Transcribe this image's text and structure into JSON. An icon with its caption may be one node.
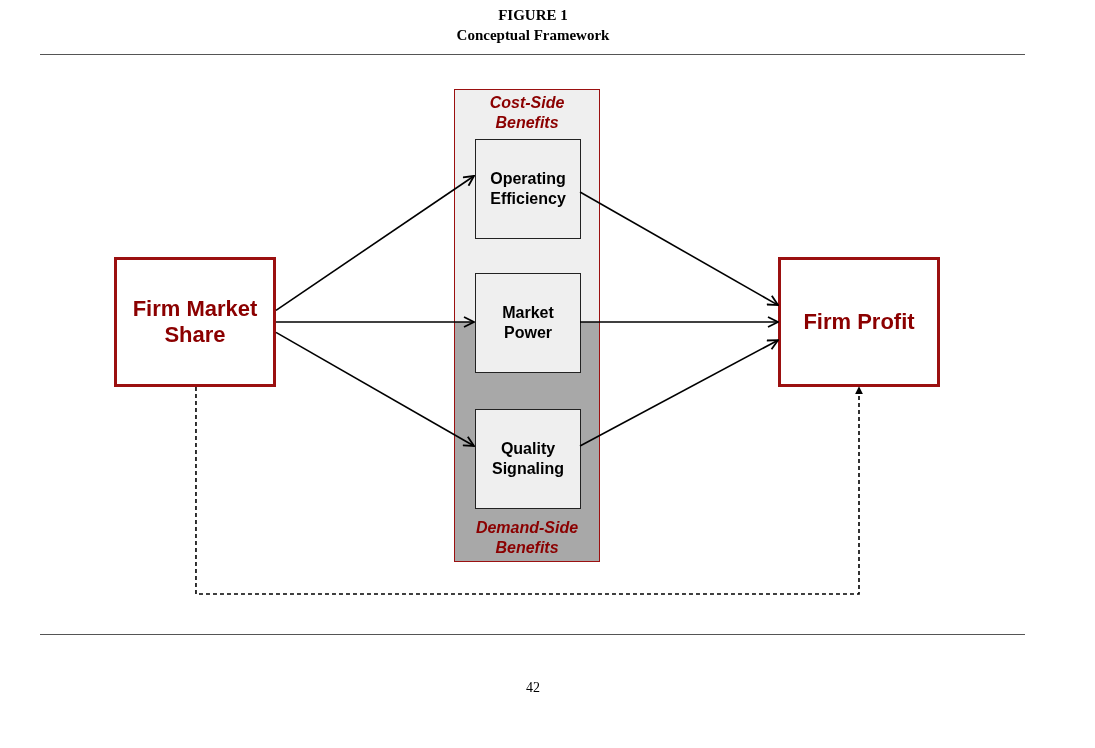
{
  "diagram": {
    "title": "FIGURE 1",
    "nodes": [
      {
        "text": [
          "Firm Market Share"
        ]
      },
      {
        "text": [
          "Cost-Side Benefits",
          "Demand-Side Benefits"
        ]
      },
      {
        "text": [
          "Operating Efficiency"
        ],
        "in": 1
      },
      {
        "text": [
          "Market Power"
        ],
        "in": 1
      },
      {
        "text": [
          "Quality Signaling"
        ],
        "in": 1
      },
      {
        "text": [
          "Firm Profit"
        ]
      }
    ],
    "edges": [
      {
        "from": 0,
        "to": 2,
        "arrow": "to"
      },
      {
        "from": 0,
        "to": 3,
        "arrow": "to"
      },
      {
        "from": 0,
        "to": 4,
        "arrow": "to"
      },
      {
        "from": 2,
        "to": 5,
        "arrow": "to"
      },
      {
        "from": 3,
        "to": 5,
        "arrow": "to"
      },
      {
        "from": 4,
        "to": 5,
        "arrow": "to"
      },
      {
        "from": 0,
        "to": 5,
        "arrow": "to",
        "style": "dashed"
      }
    ],
    "labels": [
      "Conceptual Framework",
      "42"
    ]
  }
}
